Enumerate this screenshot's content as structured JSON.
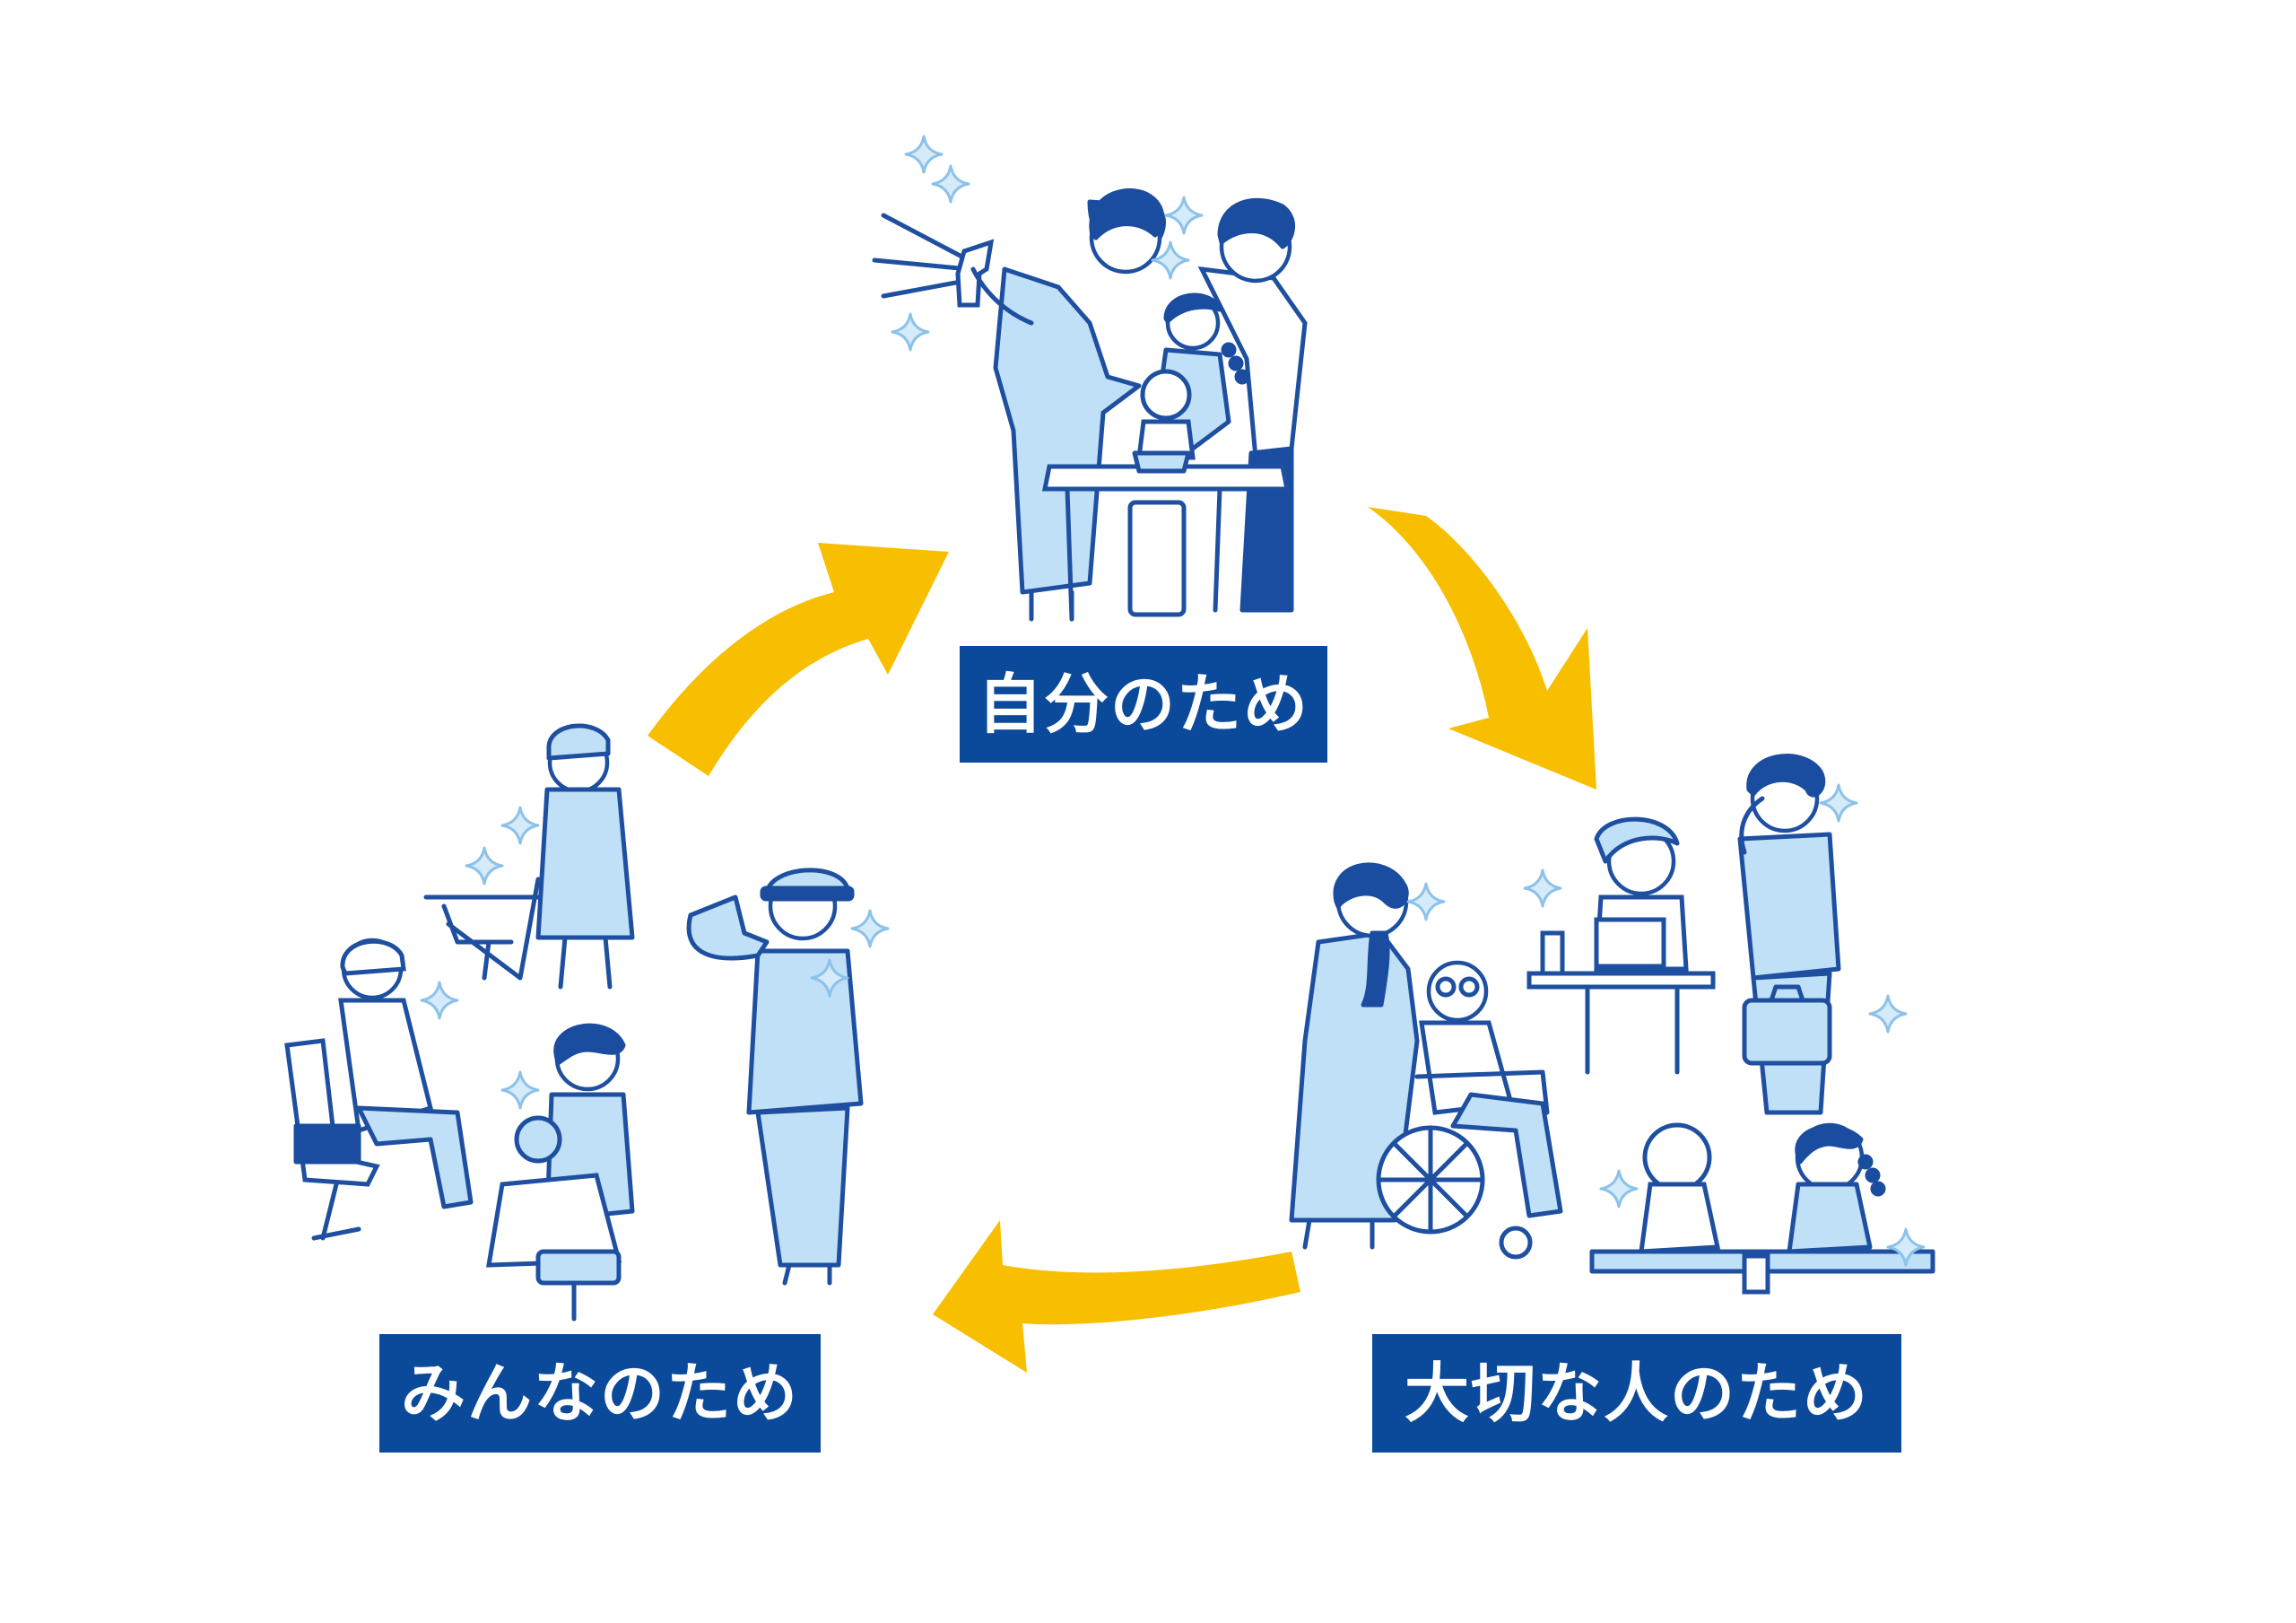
{
  "diagram": {
    "nodes": [
      {
        "id": "self",
        "label": "自分のため"
      },
      {
        "id": "loved_ones",
        "label": "大切な人のため"
      },
      {
        "id": "everyone",
        "label": "みんなのため"
      }
    ],
    "cycle": [
      "self",
      "loved_ones",
      "everyone",
      "self"
    ],
    "colors": {
      "label_bg": "#0b4a9a",
      "label_text": "#ffffff",
      "arrow": "#f7bf00",
      "ink": "#1e4fa0",
      "fill_light": "#bfe0f7"
    }
  }
}
